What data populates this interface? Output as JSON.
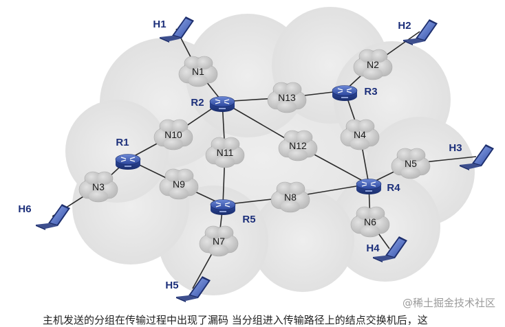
{
  "diagram": {
    "nodes": [
      {
        "id": "H1",
        "type": "host",
        "label": "H1"
      },
      {
        "id": "H2",
        "type": "host",
        "label": "H2"
      },
      {
        "id": "H3",
        "type": "host",
        "label": "H3"
      },
      {
        "id": "H4",
        "type": "host",
        "label": "H4"
      },
      {
        "id": "H5",
        "type": "host",
        "label": "H5"
      },
      {
        "id": "H6",
        "type": "host",
        "label": "H6"
      },
      {
        "id": "R1",
        "type": "router",
        "label": "R1"
      },
      {
        "id": "R2",
        "type": "router",
        "label": "R2"
      },
      {
        "id": "R3",
        "type": "router",
        "label": "R3"
      },
      {
        "id": "R4",
        "type": "router",
        "label": "R4"
      },
      {
        "id": "R5",
        "type": "router",
        "label": "R5"
      },
      {
        "id": "N1",
        "type": "network",
        "label": "N1"
      },
      {
        "id": "N2",
        "type": "network",
        "label": "N2"
      },
      {
        "id": "N3",
        "type": "network",
        "label": "N3"
      },
      {
        "id": "N4",
        "type": "network",
        "label": "N4"
      },
      {
        "id": "N5",
        "type": "network",
        "label": "N5"
      },
      {
        "id": "N6",
        "type": "network",
        "label": "N6"
      },
      {
        "id": "N7",
        "type": "network",
        "label": "N7"
      },
      {
        "id": "N8",
        "type": "network",
        "label": "N8"
      },
      {
        "id": "N9",
        "type": "network",
        "label": "N9"
      },
      {
        "id": "N10",
        "type": "network",
        "label": "N10"
      },
      {
        "id": "N11",
        "type": "network",
        "label": "N11"
      },
      {
        "id": "N12",
        "type": "network",
        "label": "N12"
      },
      {
        "id": "N13",
        "type": "network",
        "label": "N13"
      }
    ],
    "edges": [
      [
        "H1",
        "N1"
      ],
      [
        "N1",
        "R2"
      ],
      [
        "H2",
        "N2"
      ],
      [
        "N2",
        "R3"
      ],
      [
        "R2",
        "N13"
      ],
      [
        "N13",
        "R3"
      ],
      [
        "R3",
        "N4"
      ],
      [
        "N4",
        "R4"
      ],
      [
        "R2",
        "N12"
      ],
      [
        "N12",
        "R4"
      ],
      [
        "R2",
        "N10"
      ],
      [
        "N10",
        "R1"
      ],
      [
        "R2",
        "N11"
      ],
      [
        "N11",
        "R5"
      ],
      [
        "R1",
        "N9"
      ],
      [
        "N9",
        "R5"
      ],
      [
        "R1",
        "N3"
      ],
      [
        "N3",
        "H6"
      ],
      [
        "R5",
        "N8"
      ],
      [
        "N8",
        "R4"
      ],
      [
        "R5",
        "N7"
      ],
      [
        "N7",
        "H5"
      ],
      [
        "R4",
        "N5"
      ],
      [
        "N5",
        "H3"
      ],
      [
        "R4",
        "N6"
      ],
      [
        "N6",
        "H4"
      ]
    ]
  },
  "watermark": "@稀土掘金技术社区",
  "footer_text": "主机发送的分组在传输过程中出现了漏码 当分组进入传输路径上的结点交换机后，这"
}
